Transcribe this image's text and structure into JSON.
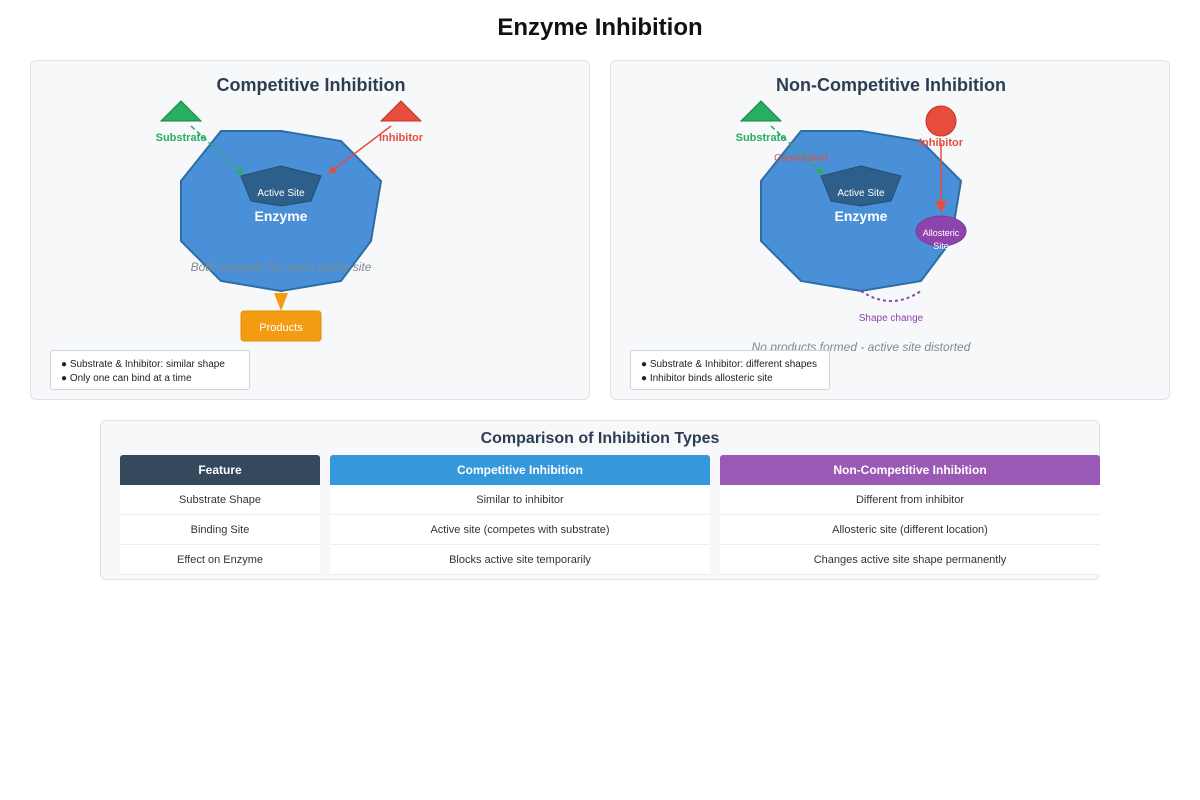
{
  "title": "Enzyme Inhibition",
  "competitive": {
    "title": "Competitive Inhibition",
    "substrate_label": "Substrate",
    "inhibitor_label": "Inhibitor",
    "active_site_label": "Active Site",
    "enzyme_label": "Enzyme",
    "note": "Both compete for same active site",
    "products_label": "Products",
    "legend": [
      "● Substrate & Inhibitor: similar shape",
      "● Only one can bind at a time"
    ]
  },
  "noncompetitive": {
    "title": "Non-Competitive Inhibition",
    "substrate_label": "Substrate",
    "inhibitor_label": "Inhibitor",
    "cannot_bind_label": "Cannot bind",
    "active_site_label": "Active Site",
    "enzyme_label": "Enzyme",
    "allosteric_label_1": "Allosteric",
    "allosteric_label_2": "Site",
    "shape_change_label": "Shape change",
    "note": "No products formed - active site distorted",
    "legend": [
      "● Substrate & Inhibitor: different shapes",
      "● Inhibitor binds allosteric site"
    ]
  },
  "comparison": {
    "title": "Comparison of Inhibition Types",
    "headers": [
      "Feature",
      "Competitive Inhibition",
      "Non-Competitive Inhibition"
    ],
    "rows": [
      [
        "Substrate Shape",
        "Similar to inhibitor",
        "Different from inhibitor"
      ],
      [
        "Binding Site",
        "Active site (competes with substrate)",
        "Allosteric site (different location)"
      ],
      [
        "Effect on Enzyme",
        "Blocks active site temporarily",
        "Changes active site shape permanently"
      ]
    ]
  },
  "colors": {
    "enzyme": "#4a90d9",
    "active_site": "#2e5f8a",
    "substrate": "#27ae60",
    "inhibitor": "#e74c3c",
    "products": "#f39c12",
    "allosteric": "#8e44ad",
    "header_feature": "#34495e",
    "header_competitive": "#3498db",
    "header_noncompetitive": "#9b59b6"
  }
}
